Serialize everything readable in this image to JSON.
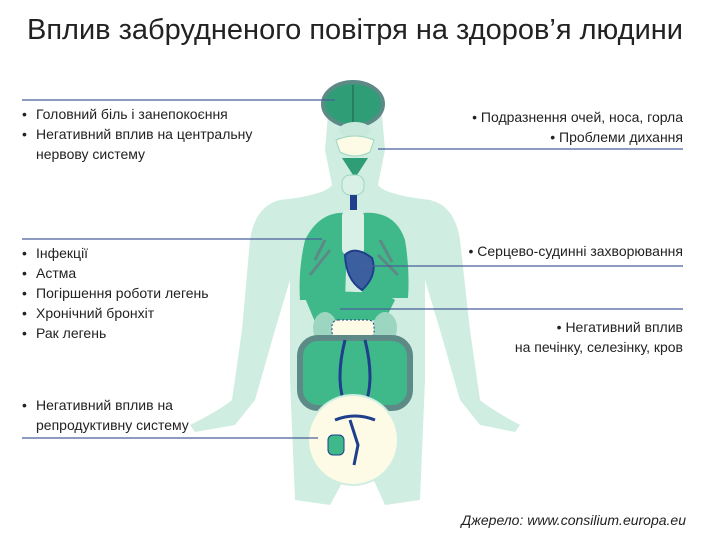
{
  "title": "Вплив забрудненого повітря на здоров’я людини",
  "groups": {
    "brain": [
      "Головний біль і занепокоєння",
      "Негативний вплив на центральну",
      "нервову систему"
    ],
    "eyes": [
      "Подразнення очей, носа, горла",
      "Проблеми дихання"
    ],
    "lungs": [
      "Інфекції",
      "Астма",
      "Погіршення роботи легень",
      "Хронічний бронхіт",
      "Рак легень"
    ],
    "heart": [
      "Серцево-судинні захворювання"
    ],
    "liver": [
      "Негативний вплив",
      "на печінку, селезінку, кров"
    ],
    "repro": [
      "Негативний вплив на",
      "репродуктивну систему"
    ]
  },
  "source": "Джерело: www.consilium.europa.eu",
  "colors": {
    "body": "#cfeee1",
    "organ": "#3fb88a",
    "dark": "#5d8a86",
    "line": "#4a5f9a",
    "navy": "#1f3e8c",
    "cream": "#fdfbe6"
  }
}
